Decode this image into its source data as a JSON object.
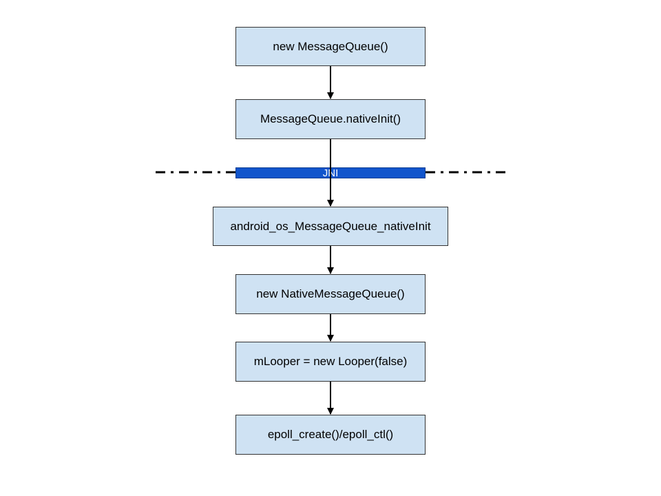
{
  "nodes": [
    {
      "id": "n1",
      "label": "new MessageQueue()"
    },
    {
      "id": "n2",
      "label": "MessageQueue.nativeInit()"
    },
    {
      "id": "n3",
      "label": "android_os_MessageQueue_nativeInit"
    },
    {
      "id": "n4",
      "label": "new NativeMessageQueue()"
    },
    {
      "id": "n5",
      "label": "mLooper = new Looper(false)"
    },
    {
      "id": "n6",
      "label": "epoll_create()/epoll_ctl()"
    }
  ],
  "boundary": {
    "label": "JNI"
  },
  "edges": [
    {
      "from": "n1",
      "to": "n2"
    },
    {
      "from": "n2",
      "to": "n3"
    },
    {
      "from": "n3",
      "to": "n4"
    },
    {
      "from": "n4",
      "to": "n5"
    },
    {
      "from": "n5",
      "to": "n6"
    }
  ],
  "colors": {
    "node_fill": "#cfe2f3",
    "node_border": "#333333",
    "boundary_fill": "#1155cc",
    "arrow": "#000000"
  }
}
